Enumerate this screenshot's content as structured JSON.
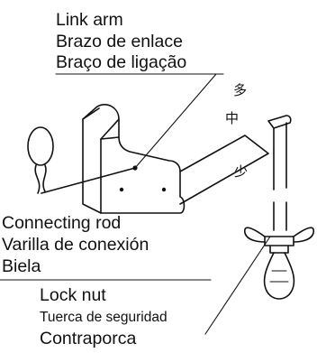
{
  "labels": {
    "link_arm": {
      "en": "Link arm",
      "es": "Brazo de enlace",
      "pt": "Braço de ligação"
    },
    "connecting_rod": {
      "en": "Connecting rod",
      "es": "Varilla de conexión",
      "pt": "Biela"
    },
    "lock_nut": {
      "en": "Lock nut",
      "es": "Tuerca de seguridad",
      "pt": "Contraporca"
    }
  },
  "diagram_marks": {
    "more": "多",
    "middle": "中",
    "less": "少"
  }
}
